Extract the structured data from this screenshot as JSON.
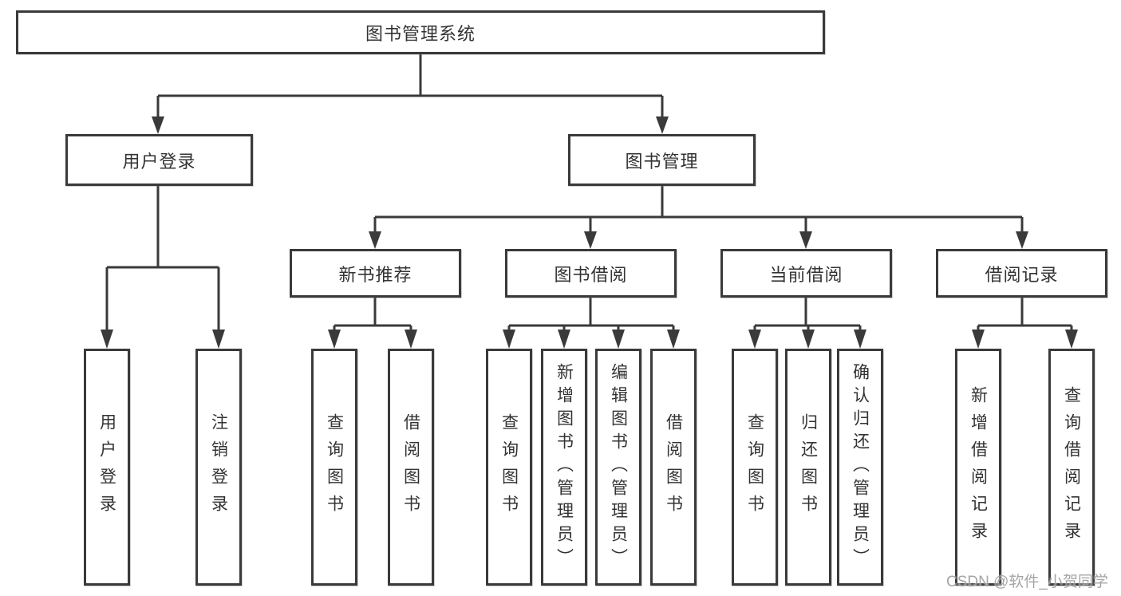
{
  "diagram": {
    "root": {
      "label": "图书管理系统"
    },
    "level2": [
      {
        "label": "用户登录"
      },
      {
        "label": "图书管理"
      }
    ],
    "level3": [
      {
        "label": "新书推荐",
        "parent": "图书管理"
      },
      {
        "label": "图书借阅",
        "parent": "图书管理"
      },
      {
        "label": "当前借阅",
        "parent": "图书管理"
      },
      {
        "label": "借阅记录",
        "parent": "图书管理"
      }
    ],
    "leaves": [
      {
        "label": "用户登录",
        "parent": "用户登录"
      },
      {
        "label": "注销登录",
        "parent": "用户登录"
      },
      {
        "label": "查询图书",
        "parent": "新书推荐"
      },
      {
        "label": "借阅图书",
        "parent": "新书推荐"
      },
      {
        "label": "查询图书",
        "parent": "图书借阅"
      },
      {
        "label": "新增图书（管理员）",
        "parent": "图书借阅"
      },
      {
        "label": "编辑图书（管理员）",
        "parent": "图书借阅"
      },
      {
        "label": "借阅图书",
        "parent": "图书借阅"
      },
      {
        "label": "查询图书",
        "parent": "当前借阅"
      },
      {
        "label": "归还图书",
        "parent": "当前借阅"
      },
      {
        "label": "确认归还（管理员）",
        "parent": "当前借阅"
      },
      {
        "label": "新增借阅记录",
        "parent": "借阅记录"
      },
      {
        "label": "查询借阅记录",
        "parent": "借阅记录"
      }
    ],
    "watermark": "CSDN @软件_小贺同学",
    "colors": {
      "line": "#3a3a3a",
      "border": "#3a3a3a",
      "text": "#333333",
      "background": "#ffffff",
      "watermark": "#989898"
    }
  }
}
